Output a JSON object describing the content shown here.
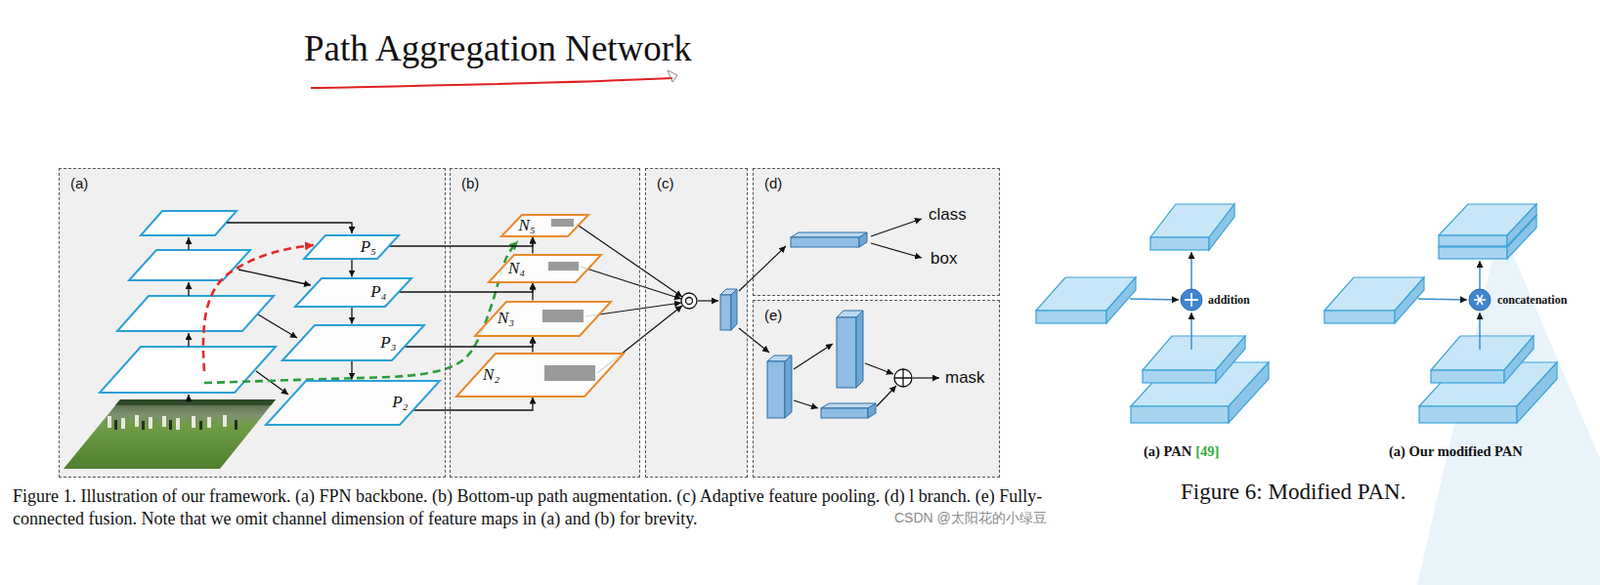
{
  "diagram": {
    "title": "Path Aggregation Network",
    "caption": "Figure 1. Illustration of our framework. (a) FPN backbone. (b) Bottom-up path augmentation. (c) Adaptive feature pooling. (d) l branch. (e) Fully-connected fusion. Note that we omit channel dimension of feature maps in (a) and (b) for brevity.",
    "nodes": [
      {
        "text": [
          "(a)"
        ]
      },
      {
        "text": [
          "P₅"
        ],
        "in": 0
      },
      {
        "text": [
          "P₄"
        ],
        "in": 0
      },
      {
        "text": [
          "P₃"
        ],
        "in": 0
      },
      {
        "text": [
          "P₂"
        ],
        "in": 0
      },
      {
        "text": [
          "(b)"
        ]
      },
      {
        "text": [
          "N₅"
        ],
        "in": 5
      },
      {
        "text": [
          "N₄"
        ],
        "in": 5
      },
      {
        "text": [
          "N₃"
        ],
        "in": 5
      },
      {
        "text": [
          "N₂"
        ],
        "in": 5
      },
      {
        "text": [
          "(c)"
        ]
      },
      {
        "text": [
          "(d)"
        ]
      },
      {
        "text": [
          "(e)"
        ]
      }
    ],
    "edges": [
      {
        "from": 1,
        "to": 2,
        "arrow": "to"
      },
      {
        "from": 2,
        "to": 3,
        "arrow": "to"
      },
      {
        "from": 3,
        "to": 4,
        "arrow": "to"
      },
      {
        "from": 4,
        "to": 9,
        "arrow": "to"
      },
      {
        "from": 3,
        "to": 8,
        "arrow": "to"
      },
      {
        "from": 2,
        "to": 7,
        "arrow": "to"
      },
      {
        "from": 1,
        "to": 6,
        "arrow": "to"
      },
      {
        "from": 9,
        "to": 8,
        "arrow": "to"
      },
      {
        "from": 8,
        "to": 7,
        "arrow": "to"
      },
      {
        "from": 7,
        "to": 6,
        "arrow": "to"
      }
    ],
    "labels": [
      "class",
      "box",
      "mask",
      "Figure 6: Modified PAN.",
      "addition",
      "concatenation",
      "(a) PAN",
      "[49]",
      "(a) Our modified PAN",
      "CSDN @太阳花的小绿豆"
    ]
  }
}
